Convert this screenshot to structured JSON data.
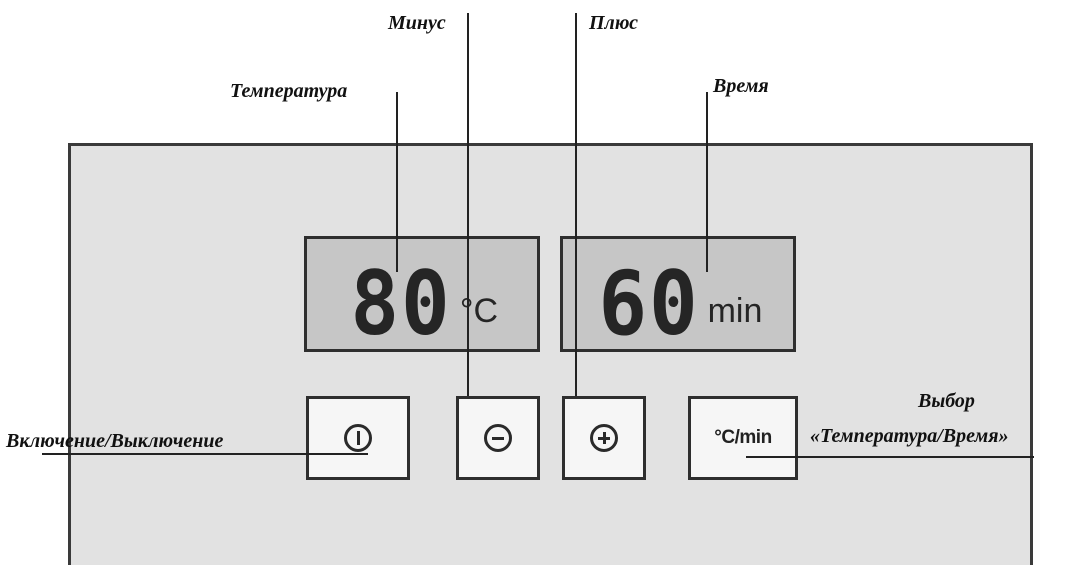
{
  "labels": {
    "minus": "Минус",
    "plus": "Плюс",
    "temperature": "Температура",
    "time": "Время",
    "onoff": "Включение/Выключение",
    "select_line1": "Выбор",
    "select_line2": "«Температура/Время»"
  },
  "displays": {
    "temperature": {
      "value": "80",
      "unit": "°C"
    },
    "time": {
      "value": "60",
      "unit": "min"
    }
  },
  "buttons": {
    "power": "power-icon",
    "minus": "minus-icon",
    "plus": "plus-icon",
    "select": {
      "text": "°C/min"
    }
  },
  "colors": {
    "panel": "#e2e2e2",
    "display": "#c6c6c6",
    "button": "#f6f6f6",
    "outline": "#2e2e2e"
  }
}
